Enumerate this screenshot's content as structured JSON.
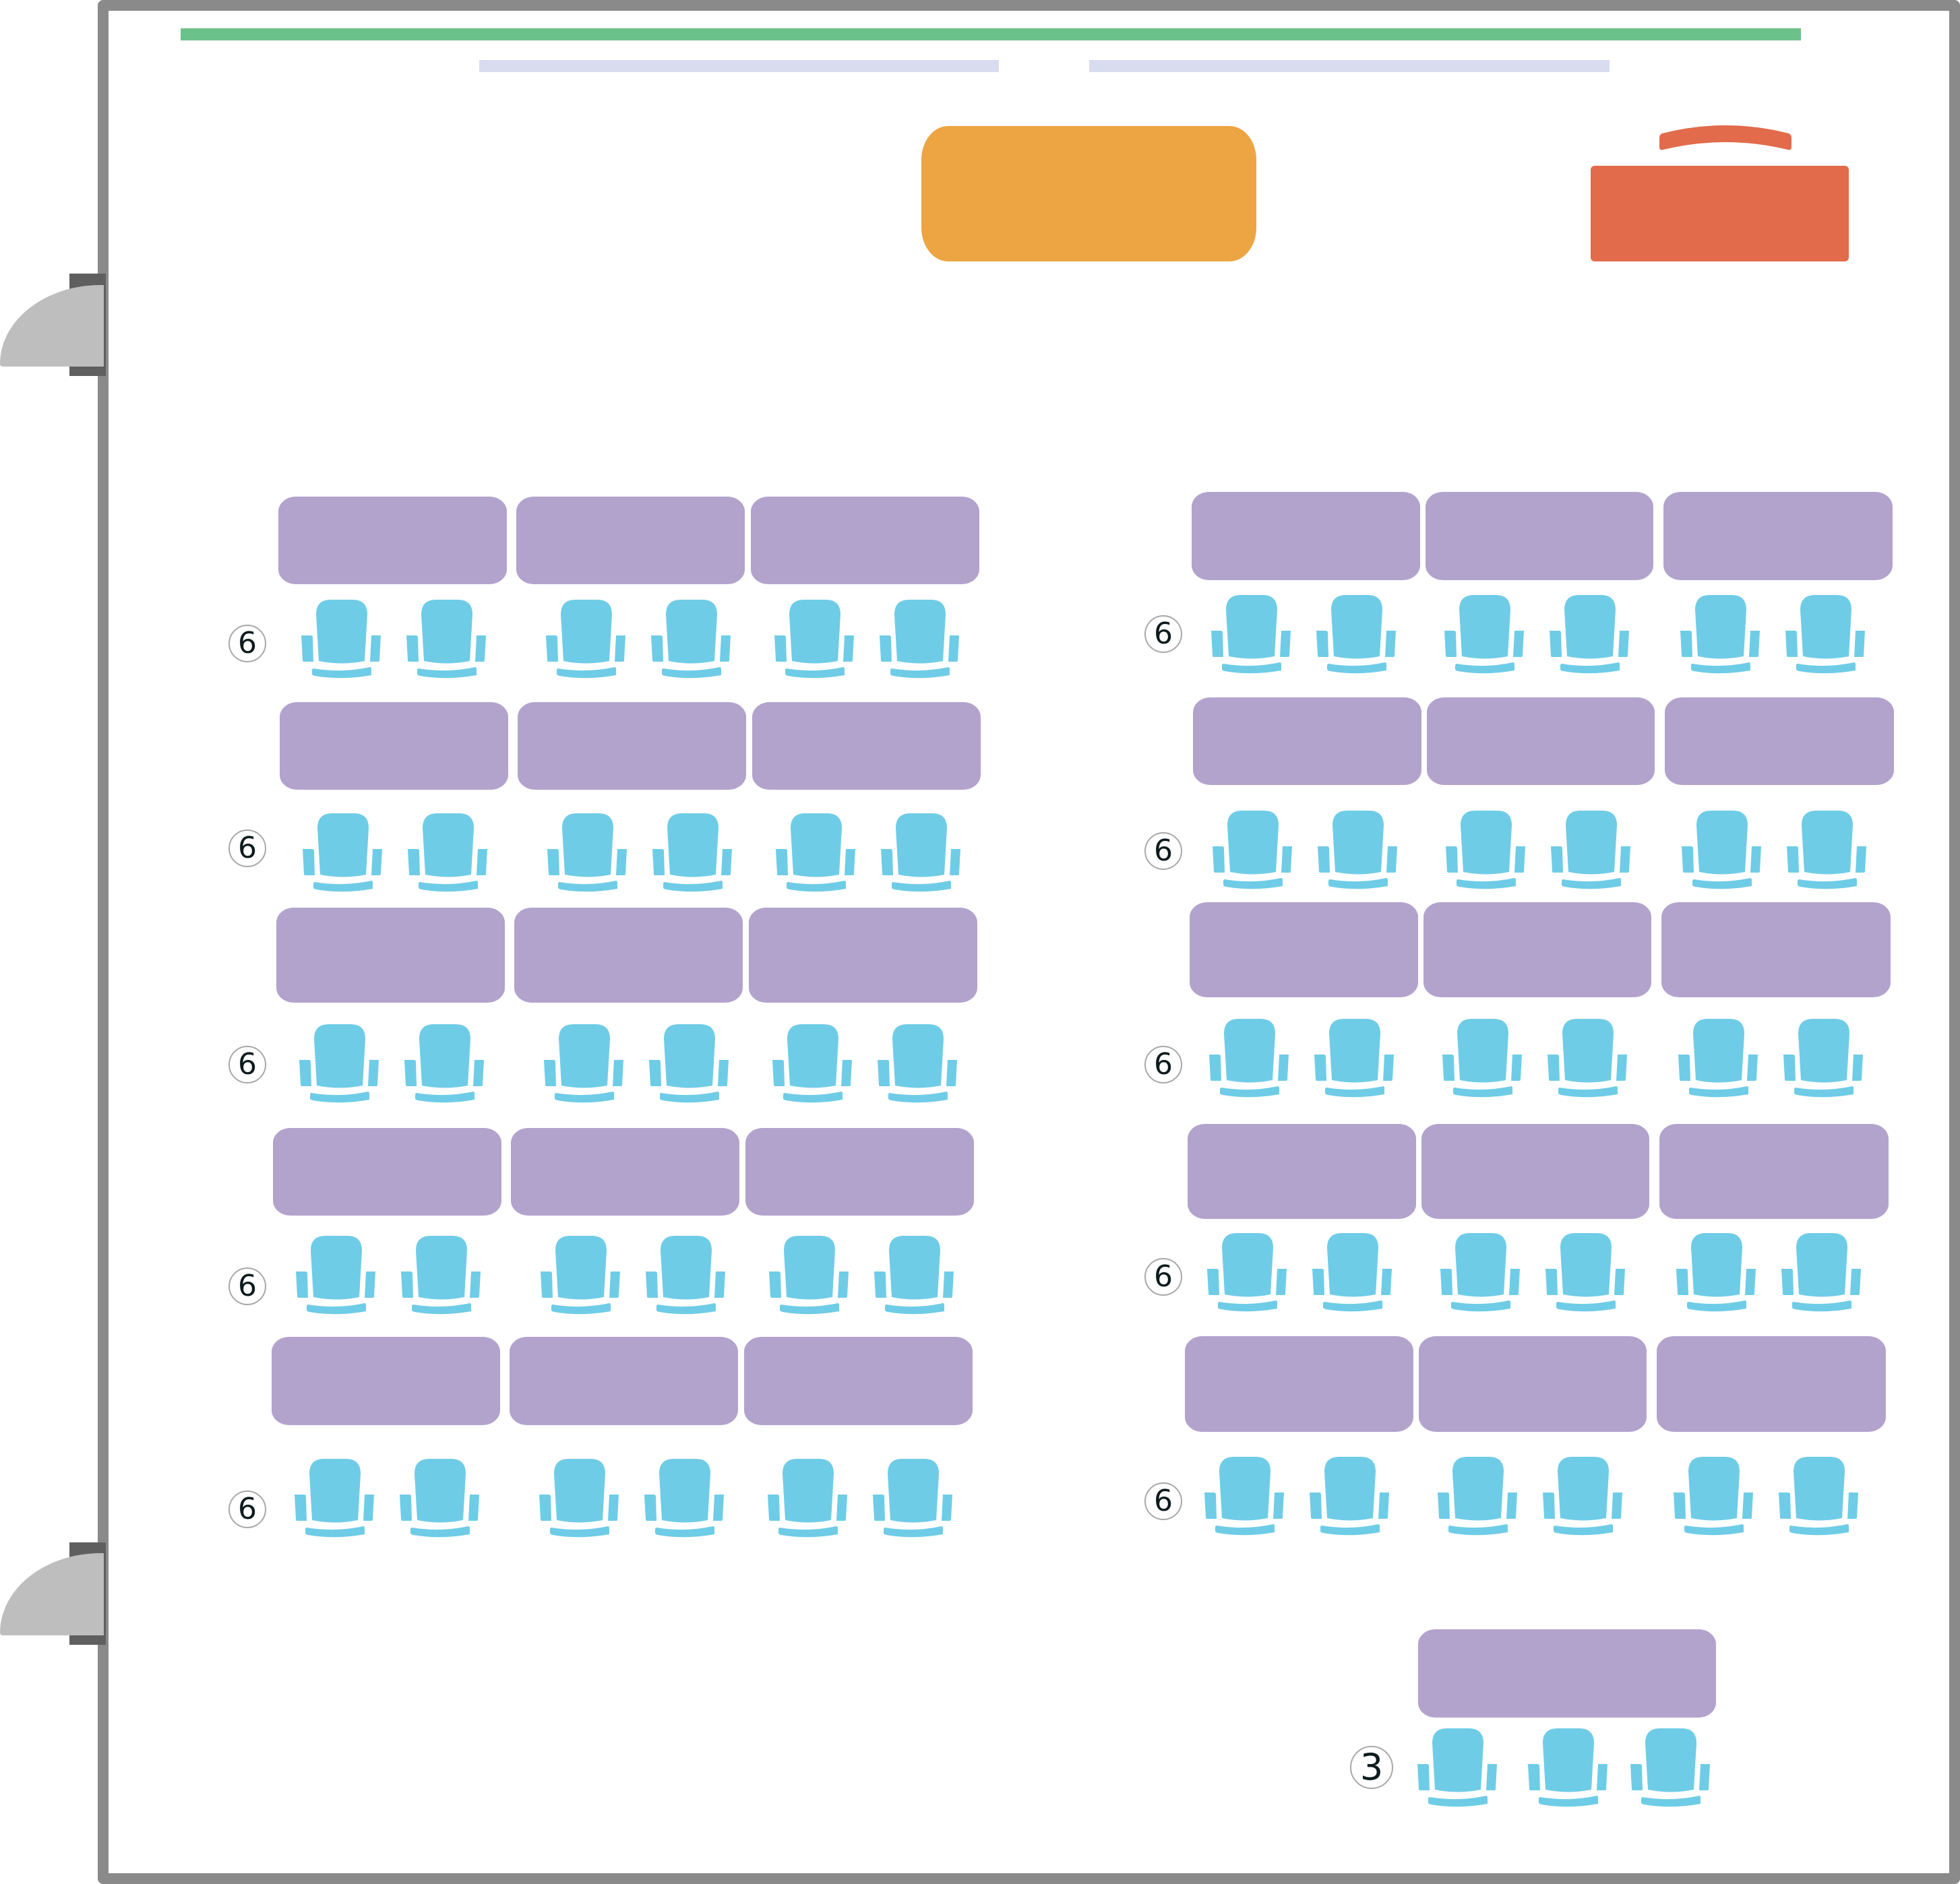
{
  "title": "Classroom seating floor plan",
  "colors": {
    "wall": "#8a8a8a",
    "door_frame": "#5f5f5f",
    "door_leaf": "#bebebe",
    "whiteboard": "#6cc28b",
    "screen": "#d9dcee",
    "projector_cart": "#eda443",
    "teacher_desk": "#e16b4b",
    "table": "#b2a3cd",
    "chair": "#6fcce6",
    "badge_text": "#0d1b1e"
  },
  "fixtures": {
    "whiteboard": "whiteboard",
    "screens": [
      "projection-screen-left",
      "projection-screen-right"
    ],
    "projector": "projector-cart",
    "teacher_desk": "teacher-desk",
    "teacher_chair": "teacher-chair",
    "doors": [
      "door-top",
      "door-bottom"
    ]
  },
  "groups": [
    {
      "name": "left-section",
      "rows": [
        {
          "seats": 6,
          "label": "6"
        },
        {
          "seats": 6,
          "label": "6"
        },
        {
          "seats": 6,
          "label": "6"
        },
        {
          "seats": 6,
          "label": "6"
        },
        {
          "seats": 6,
          "label": "6"
        }
      ]
    },
    {
      "name": "right-section",
      "rows": [
        {
          "seats": 6,
          "label": "6"
        },
        {
          "seats": 6,
          "label": "6"
        },
        {
          "seats": 6,
          "label": "6"
        },
        {
          "seats": 6,
          "label": "6"
        },
        {
          "seats": 6,
          "label": "6"
        }
      ]
    }
  ],
  "extra_table": {
    "seats": 3,
    "label": "3"
  },
  "totals": {
    "tables": 31,
    "chairs": 63
  }
}
